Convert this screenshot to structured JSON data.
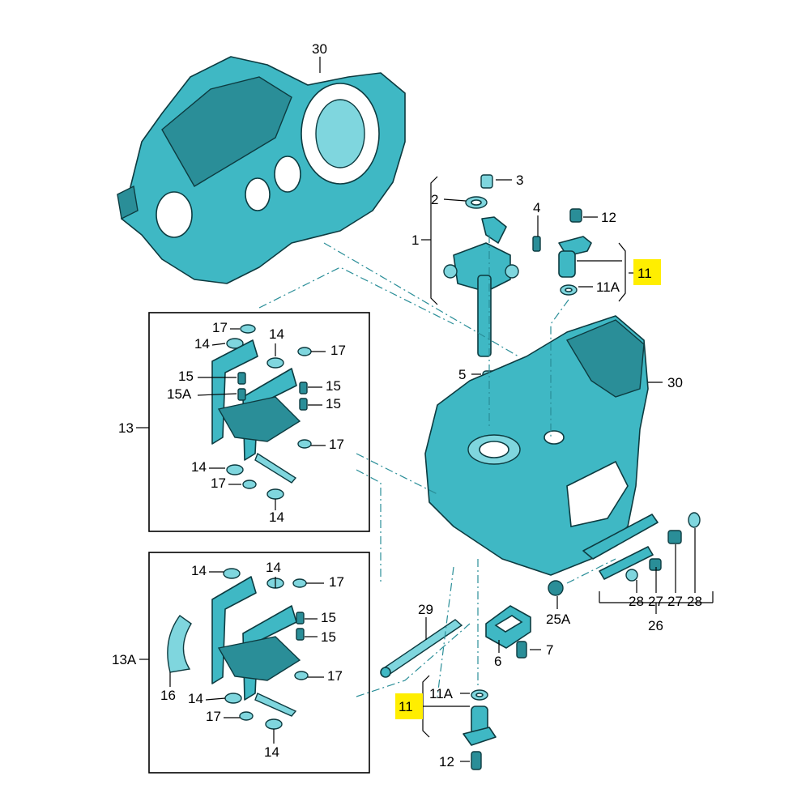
{
  "callouts": {
    "c30_top": "30",
    "c3": "3",
    "c2": "2",
    "c1": "1",
    "c4": "4",
    "c12_top": "12",
    "c11_top": "11",
    "c11A_top": "11A",
    "c5": "5",
    "c30_mid": "30",
    "c13": "13",
    "c13A": "13A",
    "c29": "29",
    "c25A": "25A",
    "c7": "7",
    "c6": "6",
    "c11_bot": "11",
    "c11A_bot": "11A",
    "c12_bot": "12",
    "c26": "26",
    "c28a": "28",
    "c27a": "27",
    "c27b": "27",
    "c28b": "28",
    "c16": "16",
    "b1_17a": "17",
    "b1_14a": "14",
    "b1_14b": "14",
    "b1_17b": "17",
    "b1_15a": "15",
    "b1_15A": "15A",
    "b1_15b": "15",
    "b1_15c": "15",
    "b1_17c": "17",
    "b1_14c": "14",
    "b1_17d": "17",
    "b1_14d": "14",
    "b2_14a": "14",
    "b2_14b": "14",
    "b2_17a": "17",
    "b2_15a": "15",
    "b2_15b": "15",
    "b2_17b": "17",
    "b2_14c": "14",
    "b2_17c": "17",
    "b2_14d": "14"
  },
  "colors": {
    "part_fill": "#3fb8c4",
    "outline": "#0d3b40",
    "highlight": "#ffee00"
  }
}
